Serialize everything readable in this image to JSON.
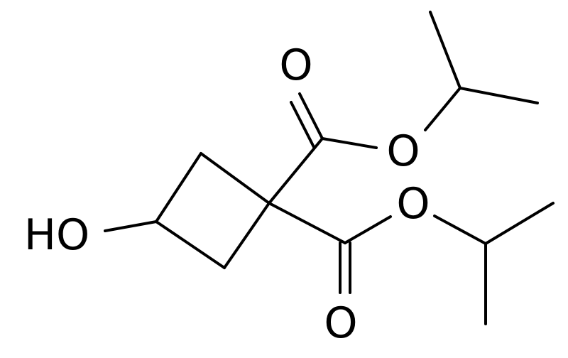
{
  "labels": {
    "hydroxyl": "HO",
    "carbonyl_oxygen_top": "O",
    "ester_oxygen_top": "O",
    "ester_oxygen_bottom": "O",
    "carbonyl_oxygen_bottom": "O"
  },
  "colors": {
    "bond": "#000000",
    "label": "#000000",
    "background": "#ffffff"
  }
}
